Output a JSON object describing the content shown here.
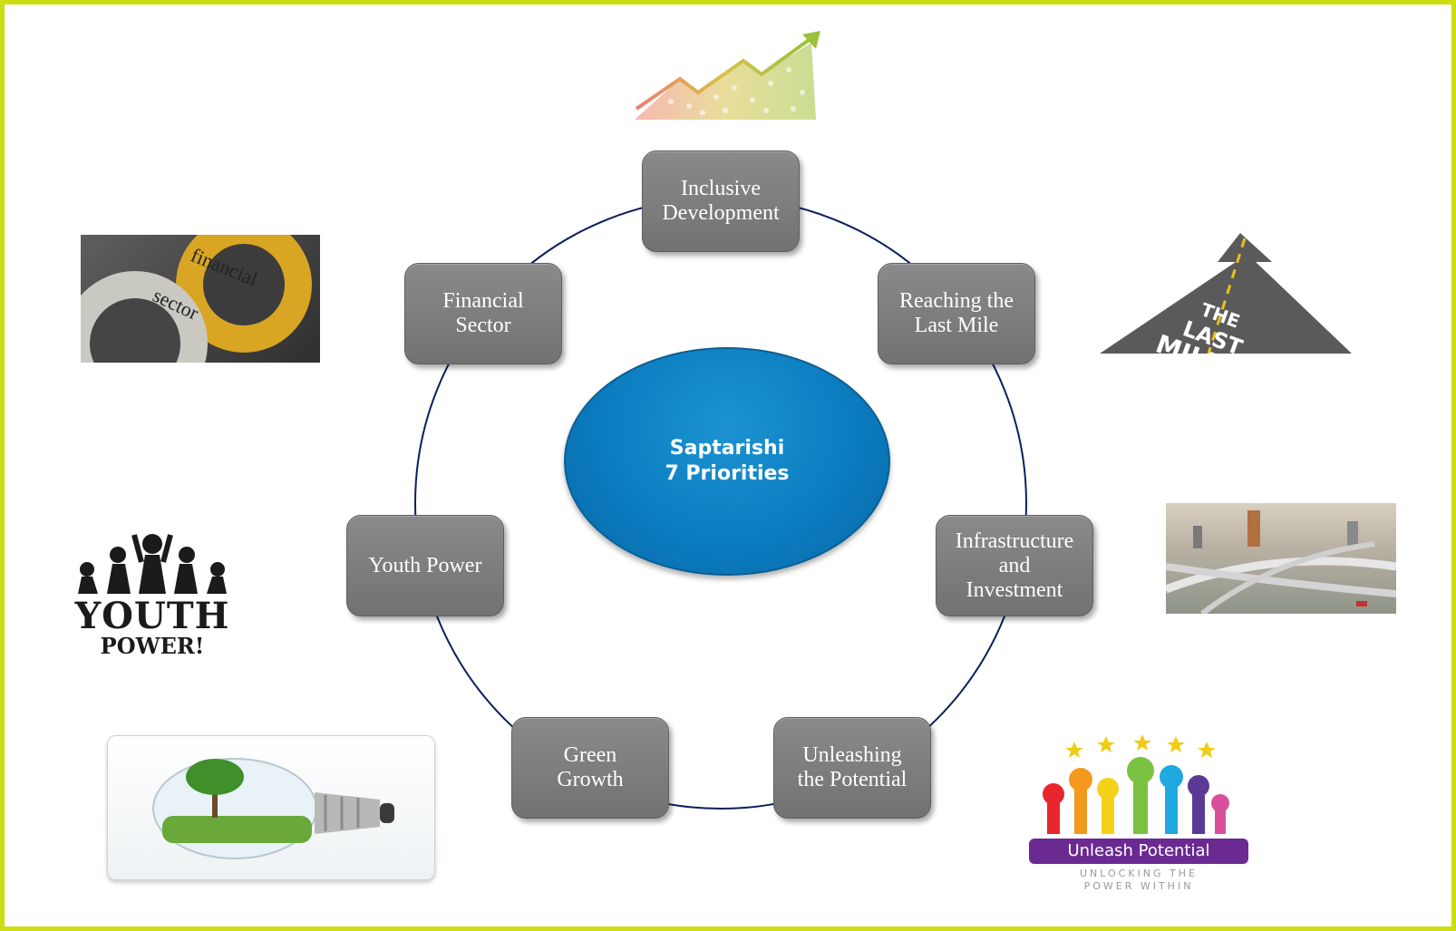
{
  "center": "Saptarishi\n7 Priorities",
  "nodes": {
    "inclusive": "Inclusive\nDevelopment",
    "last_mile": "Reaching the\nLast Mile",
    "infra": "Infrastructure\nand\nInvestment",
    "unleash": "Unleashing\nthe Potential",
    "green": "Green\nGrowth",
    "youth": "Youth Power",
    "financial": "Financial\nSector"
  },
  "images": {
    "financial": {
      "word1": "financial",
      "word2": "sector"
    },
    "last_mile": {
      "line1": "THE",
      "line2": "LAST",
      "line3": "MILE"
    },
    "youth": {
      "line1": "YOUTH",
      "line2": "POWER!"
    },
    "unleash": {
      "banner": "Unleash Potential",
      "tag1": "UNLOCKING THE",
      "tag2": "POWER WITHIN"
    }
  },
  "colors": {
    "frame": "#ccdd11",
    "node": "#7f7f7f",
    "center": "#0b7cc0",
    "ring": "#0c1f5c"
  }
}
